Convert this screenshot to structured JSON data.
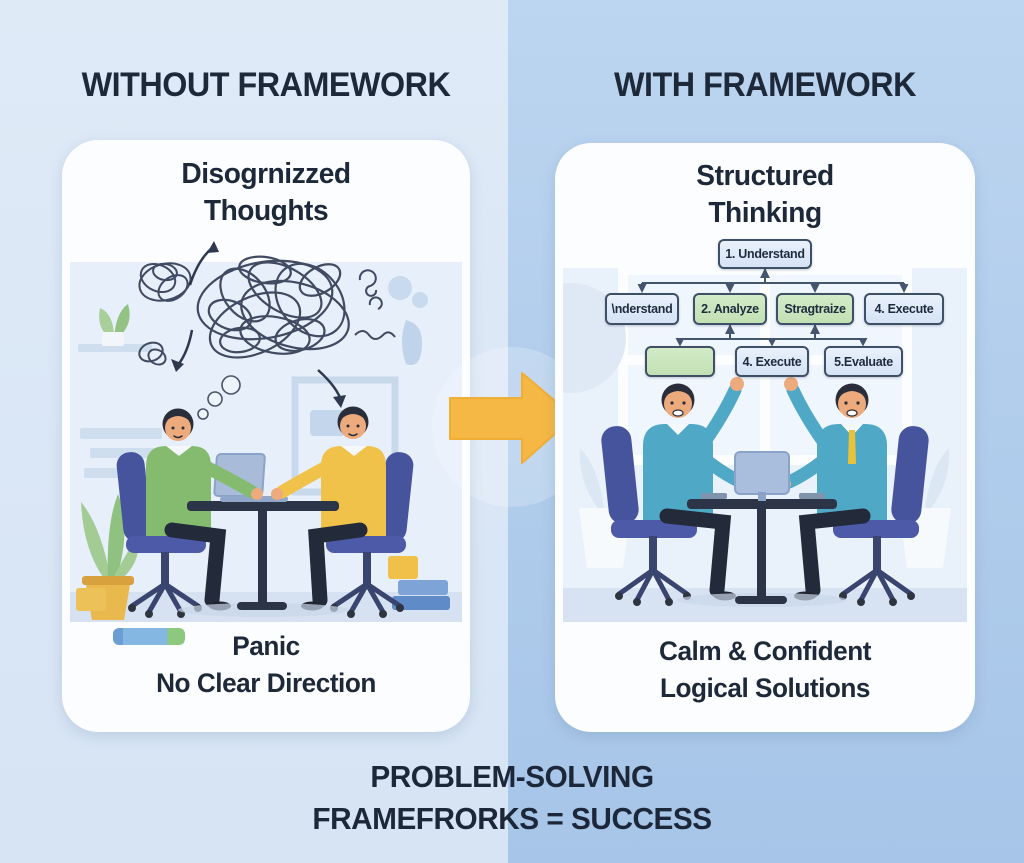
{
  "left_panel": {
    "heading": "WITHOUT FRAMEWORK",
    "card": {
      "title_line1": "Disogrnizzed",
      "title_line2": "Thoughts",
      "caption_line1": "Panic",
      "caption_line2": "No Clear Direction"
    }
  },
  "right_panel": {
    "heading": "WITH FRAMEWORK",
    "card": {
      "title_line1": "Structured",
      "title_line2": "Thinking",
      "caption_line1": "Calm & Confident",
      "caption_line2": "Logical Solutions"
    },
    "flowchart": {
      "row1": [
        {
          "label": "1. Understand",
          "variant": "blue"
        }
      ],
      "row2": [
        {
          "label": "\\nderstand",
          "variant": "blue"
        },
        {
          "label": "2. Analyze",
          "variant": "green"
        },
        {
          "label": "Stragtraize",
          "variant": "green"
        },
        {
          "label": "4. Execute",
          "variant": "blue"
        }
      ],
      "row3": [
        {
          "label": "",
          "variant": "green"
        },
        {
          "label": "4. Execute",
          "variant": "blue"
        },
        {
          "label": "5.Evaluate",
          "variant": "blue"
        }
      ]
    }
  },
  "footer": {
    "line1": "PROBLEM-SOLVING",
    "line2": "FRAMEFRORKS = SUCCESS"
  },
  "icons": {
    "center_arrow": "arrow-right",
    "left_scene": "tangled-thoughts-meeting-illustration",
    "right_scene": "structured-meeting-illustration",
    "marker": "highlighter-marker"
  },
  "colors": {
    "bg_left": "#dce8f6",
    "bg_right": "#b0cdec",
    "card_bg": "#fcfdff",
    "panel_bg": "#e7effa",
    "heading_text": "#1d2939",
    "arrow_yellow": "#f6b845",
    "flow_box_blue": "#dfeaf8",
    "flow_box_green": "#c9e5bb",
    "flow_box_border": "#3e5066",
    "sweater_green": "#84bb6e",
    "sweater_yellow": "#f0c24a",
    "sweater_teal": "#4fa8c6",
    "chair_blue": "#46549e"
  }
}
